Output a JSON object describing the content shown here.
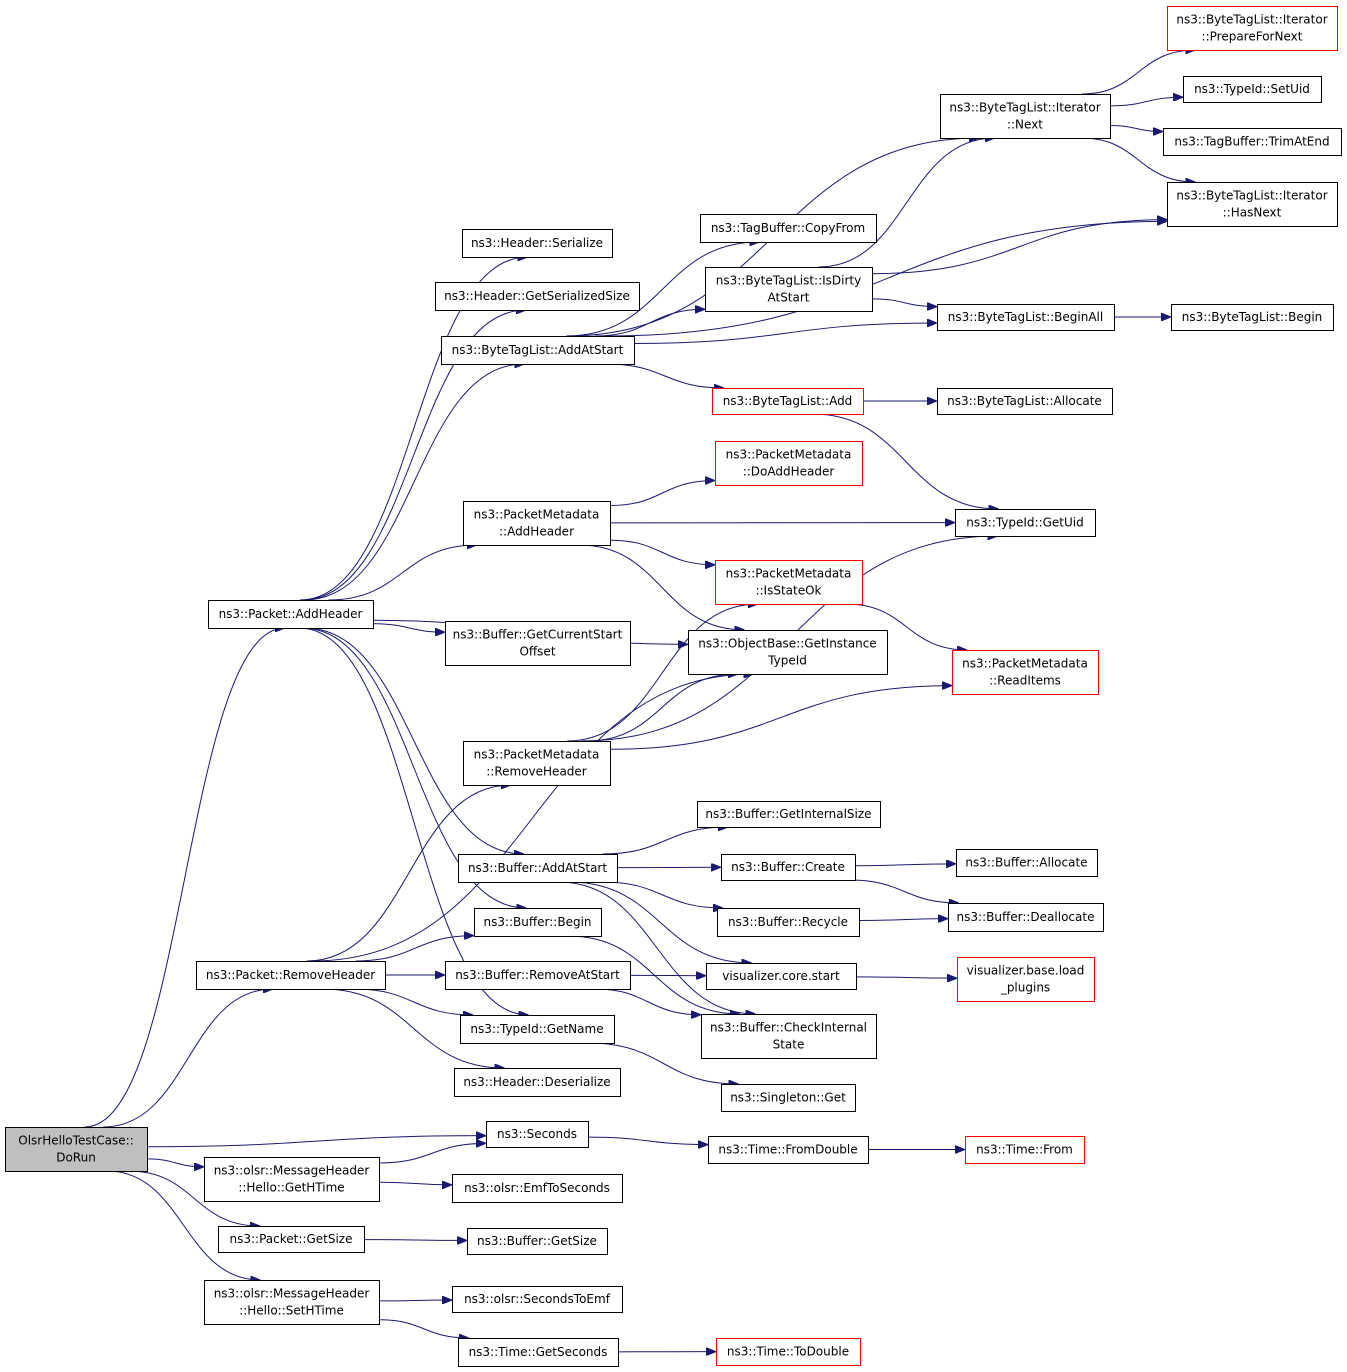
{
  "graph": {
    "nodes": [
      {
        "id": "root",
        "lines": [
          "OlsrHelloTestCase::",
          "DoRun"
        ],
        "style": "root"
      },
      {
        "id": "pkt_addheader",
        "lines": [
          "ns3::Packet::AddHeader"
        ],
        "style": "normal"
      },
      {
        "id": "pkt_removeheader",
        "lines": [
          "ns3::Packet::RemoveHeader"
        ],
        "style": "normal"
      },
      {
        "id": "seconds",
        "lines": [
          "ns3::Seconds"
        ],
        "style": "normal"
      },
      {
        "id": "gethtime",
        "lines": [
          "ns3::olsr::MessageHeader",
          "::Hello::GetHTime"
        ],
        "style": "normal"
      },
      {
        "id": "pkt_getsize",
        "lines": [
          "ns3::Packet::GetSize"
        ],
        "style": "normal"
      },
      {
        "id": "sethtime",
        "lines": [
          "ns3::olsr::MessageHeader",
          "::Hello::SetHTime"
        ],
        "style": "normal"
      },
      {
        "id": "hdr_serialize",
        "lines": [
          "ns3::Header::Serialize"
        ],
        "style": "normal"
      },
      {
        "id": "hdr_getserializedsize",
        "lines": [
          "ns3::Header::GetSerializedSize"
        ],
        "style": "normal"
      },
      {
        "id": "btl_addatstart",
        "lines": [
          "ns3::ByteTagList::AddAtStart"
        ],
        "style": "normal"
      },
      {
        "id": "pm_addheader",
        "lines": [
          "ns3::PacketMetadata",
          "::AddHeader"
        ],
        "style": "normal"
      },
      {
        "id": "buf_getcurrentstartoffset",
        "lines": [
          "ns3::Buffer::GetCurrentStart",
          "Offset"
        ],
        "style": "normal"
      },
      {
        "id": "pm_removeheader",
        "lines": [
          "ns3::PacketMetadata",
          "::RemoveHeader"
        ],
        "style": "normal"
      },
      {
        "id": "buf_addatstart",
        "lines": [
          "ns3::Buffer::AddAtStart"
        ],
        "style": "normal"
      },
      {
        "id": "buf_begin",
        "lines": [
          "ns3::Buffer::Begin"
        ],
        "style": "normal"
      },
      {
        "id": "buf_removeatstart",
        "lines": [
          "ns3::Buffer::RemoveAtStart"
        ],
        "style": "normal"
      },
      {
        "id": "typeid_getname",
        "lines": [
          "ns3::TypeId::GetName"
        ],
        "style": "normal"
      },
      {
        "id": "hdr_deserialize",
        "lines": [
          "ns3::Header::Deserialize"
        ],
        "style": "normal"
      },
      {
        "id": "emftoseconds",
        "lines": [
          "ns3::olsr::EmfToSeconds"
        ],
        "style": "normal"
      },
      {
        "id": "buf_getsize",
        "lines": [
          "ns3::Buffer::GetSize"
        ],
        "style": "normal"
      },
      {
        "id": "secondstoemf",
        "lines": [
          "ns3::olsr::SecondsToEmf"
        ],
        "style": "normal"
      },
      {
        "id": "time_getseconds",
        "lines": [
          "ns3::Time::GetSeconds"
        ],
        "style": "normal"
      },
      {
        "id": "tagbuf_copyfrom",
        "lines": [
          "ns3::TagBuffer::CopyFrom"
        ],
        "style": "normal"
      },
      {
        "id": "btl_isdirtyatstart",
        "lines": [
          "ns3::ByteTagList::IsDirty",
          "AtStart"
        ],
        "style": "normal"
      },
      {
        "id": "btl_add",
        "lines": [
          "ns3::ByteTagList::Add"
        ],
        "style": "red"
      },
      {
        "id": "pm_doaddheader",
        "lines": [
          "ns3::PacketMetadata",
          "::DoAddHeader"
        ],
        "style": "red"
      },
      {
        "id": "pm_isstateok",
        "lines": [
          "ns3::PacketMetadata",
          "::IsStateOk"
        ],
        "style": "red"
      },
      {
        "id": "ob_getinstancetypeid",
        "lines": [
          "ns3::ObjectBase::GetInstance",
          "TypeId"
        ],
        "style": "normal"
      },
      {
        "id": "buf_getinternalsize",
        "lines": [
          "ns3::Buffer::GetInternalSize"
        ],
        "style": "normal"
      },
      {
        "id": "buf_create",
        "lines": [
          "ns3::Buffer::Create"
        ],
        "style": "normal"
      },
      {
        "id": "buf_recycle",
        "lines": [
          "ns3::Buffer::Recycle"
        ],
        "style": "normal"
      },
      {
        "id": "viz_core_start",
        "lines": [
          "visualizer.core.start"
        ],
        "style": "normal"
      },
      {
        "id": "buf_checkinternalstate",
        "lines": [
          "ns3::Buffer::CheckInternal",
          "State"
        ],
        "style": "normal"
      },
      {
        "id": "singleton_get",
        "lines": [
          "ns3::Singleton::Get"
        ],
        "style": "normal"
      },
      {
        "id": "time_fromdouble",
        "lines": [
          "ns3::Time::FromDouble"
        ],
        "style": "normal"
      },
      {
        "id": "time_todouble",
        "lines": [
          "ns3::Time::ToDouble"
        ],
        "style": "red"
      },
      {
        "id": "btl_it_next",
        "lines": [
          "ns3::ByteTagList::Iterator",
          "::Next"
        ],
        "style": "normal"
      },
      {
        "id": "btl_beginall",
        "lines": [
          "ns3::ByteTagList::BeginAll"
        ],
        "style": "normal"
      },
      {
        "id": "btl_allocate",
        "lines": [
          "ns3::ByteTagList::Allocate"
        ],
        "style": "normal"
      },
      {
        "id": "typeid_getuid",
        "lines": [
          "ns3::TypeId::GetUid"
        ],
        "style": "normal"
      },
      {
        "id": "pm_readitems",
        "lines": [
          "ns3::PacketMetadata",
          "::ReadItems"
        ],
        "style": "red"
      },
      {
        "id": "buf_allocate",
        "lines": [
          "ns3::Buffer::Allocate"
        ],
        "style": "normal"
      },
      {
        "id": "buf_deallocate",
        "lines": [
          "ns3::Buffer::Deallocate"
        ],
        "style": "normal"
      },
      {
        "id": "viz_base_loadplugins",
        "lines": [
          "visualizer.base.load",
          "_plugins"
        ],
        "style": "red"
      },
      {
        "id": "time_from",
        "lines": [
          "ns3::Time::From"
        ],
        "style": "red"
      },
      {
        "id": "btl_it_preparefornext",
        "lines": [
          "ns3::ByteTagList::Iterator",
          "::PrepareForNext"
        ],
        "style": "red"
      },
      {
        "id": "typeid_setuid",
        "lines": [
          "ns3::TypeId::SetUid"
        ],
        "style": "normal"
      },
      {
        "id": "tagbuf_trimatend",
        "lines": [
          "ns3::TagBuffer::TrimAtEnd"
        ],
        "style": "normal"
      },
      {
        "id": "btl_it_hasnext",
        "lines": [
          "ns3::ByteTagList::Iterator",
          "::HasNext"
        ],
        "style": "normal"
      },
      {
        "id": "btl_begin",
        "lines": [
          "ns3::ByteTagList::Begin"
        ],
        "style": "normal"
      }
    ],
    "edges": [
      [
        "root",
        "pkt_addheader"
      ],
      [
        "root",
        "pkt_removeheader"
      ],
      [
        "root",
        "seconds"
      ],
      [
        "root",
        "gethtime"
      ],
      [
        "root",
        "pkt_getsize"
      ],
      [
        "root",
        "sethtime"
      ],
      [
        "pkt_addheader",
        "hdr_serialize"
      ],
      [
        "pkt_addheader",
        "hdr_getserializedsize"
      ],
      [
        "pkt_addheader",
        "btl_addatstart"
      ],
      [
        "pkt_addheader",
        "pm_addheader"
      ],
      [
        "pkt_addheader",
        "ob_getinstancetypeid"
      ],
      [
        "pkt_addheader",
        "buf_getcurrentstartoffset"
      ],
      [
        "pkt_addheader",
        "buf_addatstart"
      ],
      [
        "pkt_addheader",
        "buf_begin"
      ],
      [
        "pkt_addheader",
        "typeid_getname"
      ],
      [
        "pkt_removeheader",
        "pm_removeheader"
      ],
      [
        "pkt_removeheader",
        "ob_getinstancetypeid"
      ],
      [
        "pkt_removeheader",
        "buf_begin"
      ],
      [
        "pkt_removeheader",
        "buf_removeatstart"
      ],
      [
        "pkt_removeheader",
        "typeid_getname"
      ],
      [
        "pkt_removeheader",
        "hdr_deserialize"
      ],
      [
        "seconds",
        "time_fromdouble"
      ],
      [
        "time_fromdouble",
        "time_from"
      ],
      [
        "gethtime",
        "seconds"
      ],
      [
        "gethtime",
        "emftoseconds"
      ],
      [
        "pkt_getsize",
        "buf_getsize"
      ],
      [
        "sethtime",
        "secondstoemf"
      ],
      [
        "sethtime",
        "time_getseconds"
      ],
      [
        "time_getseconds",
        "time_todouble"
      ],
      [
        "btl_addatstart",
        "btl_it_next"
      ],
      [
        "btl_addatstart",
        "btl_it_hasnext"
      ],
      [
        "btl_addatstart",
        "tagbuf_copyfrom"
      ],
      [
        "btl_addatstart",
        "btl_isdirtyatstart"
      ],
      [
        "btl_addatstart",
        "btl_beginall"
      ],
      [
        "btl_addatstart",
        "btl_add"
      ],
      [
        "btl_isdirtyatstart",
        "btl_it_next"
      ],
      [
        "btl_isdirtyatstart",
        "btl_it_hasnext"
      ],
      [
        "btl_isdirtyatstart",
        "btl_beginall"
      ],
      [
        "btl_beginall",
        "btl_begin"
      ],
      [
        "btl_it_next",
        "btl_it_preparefornext"
      ],
      [
        "btl_it_next",
        "typeid_setuid"
      ],
      [
        "btl_it_next",
        "tagbuf_trimatend"
      ],
      [
        "btl_it_next",
        "btl_it_hasnext"
      ],
      [
        "btl_add",
        "btl_allocate"
      ],
      [
        "btl_add",
        "typeid_getuid"
      ],
      [
        "pm_addheader",
        "pm_doaddheader"
      ],
      [
        "pm_addheader",
        "typeid_getuid"
      ],
      [
        "pm_addheader",
        "pm_isstateok"
      ],
      [
        "pm_addheader",
        "ob_getinstancetypeid"
      ],
      [
        "pm_removeheader",
        "pm_isstateok"
      ],
      [
        "pm_removeheader",
        "ob_getinstancetypeid"
      ],
      [
        "pm_removeheader",
        "typeid_getuid"
      ],
      [
        "pm_removeheader",
        "pm_readitems"
      ],
      [
        "pm_isstateok",
        "pm_readitems"
      ],
      [
        "buf_addatstart",
        "buf_getinternalsize"
      ],
      [
        "buf_addatstart",
        "buf_create"
      ],
      [
        "buf_addatstart",
        "buf_recycle"
      ],
      [
        "buf_addatstart",
        "viz_core_start"
      ],
      [
        "buf_addatstart",
        "buf_checkinternalstate"
      ],
      [
        "buf_create",
        "buf_allocate"
      ],
      [
        "buf_create",
        "buf_deallocate"
      ],
      [
        "buf_recycle",
        "buf_deallocate"
      ],
      [
        "buf_begin",
        "buf_checkinternalstate"
      ],
      [
        "buf_removeatstart",
        "viz_core_start"
      ],
      [
        "buf_removeatstart",
        "buf_checkinternalstate"
      ],
      [
        "viz_core_start",
        "viz_base_loadplugins"
      ],
      [
        "typeid_getname",
        "singleton_get"
      ]
    ]
  }
}
